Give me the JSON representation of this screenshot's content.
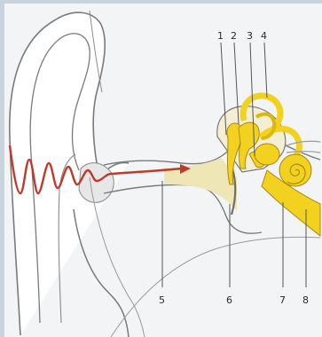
{
  "diagram": {
    "labels": {
      "l1": "1",
      "l2": "2",
      "l3": "3",
      "l4": "4",
      "l5": "5",
      "l6": "6",
      "l7": "7",
      "l8": "8"
    },
    "colors": {
      "background": "#f3f4f5",
      "outline": "#7a7a7a",
      "skin": "#ffffff",
      "canal_shade": "#efe6b6",
      "inner_ear": "#f2d21e",
      "sound_wave": "#c0392b",
      "page_border": "#c9d3dc"
    }
  }
}
